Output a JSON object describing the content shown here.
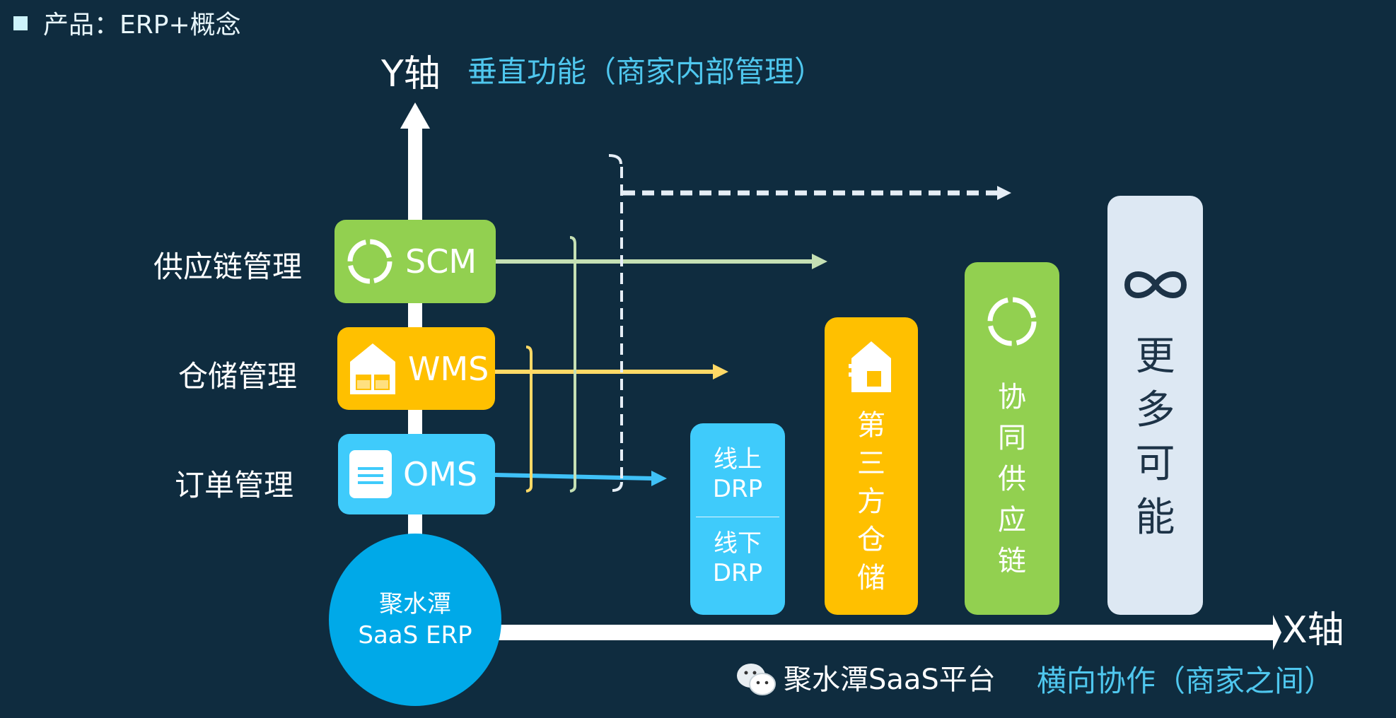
{
  "header": {
    "title": "产品：ERP+概念"
  },
  "y_axis": {
    "label": "Y轴",
    "subtitle": "垂直功能（商家内部管理）"
  },
  "x_axis": {
    "label": "X轴",
    "subtitle": "横向协作（商家之间）"
  },
  "modules": [
    {
      "row_label": "供应链管理",
      "name": "SCM",
      "icon": "sync-circle-icon",
      "color": "#92d050",
      "line_color": "#c5e0b4"
    },
    {
      "row_label": "仓储管理",
      "name": "WMS",
      "icon": "warehouse-icon",
      "color": "#ffc000",
      "line_color": "#ffd966"
    },
    {
      "row_label": "订单管理",
      "name": "OMS",
      "icon": "document-icon",
      "color": "#3fcbfb",
      "line_color": "#3fc1f7"
    }
  ],
  "origin": {
    "line1": "聚水潭",
    "line2": "SaaS ERP",
    "color": "#00a9e8"
  },
  "bars": [
    {
      "top": "线上",
      "top2": "DRP",
      "bottom": "线下",
      "bottom2": "DRP",
      "color": "#3fcbfb"
    },
    {
      "text": [
        "第",
        "三",
        "方",
        "仓",
        "储"
      ],
      "icon": "warehouse-icon",
      "color": "#ffc000"
    },
    {
      "text": [
        "协",
        "同",
        "供",
        "应",
        "链"
      ],
      "icon": "sync-circle-icon",
      "color": "#92d050"
    },
    {
      "text": [
        "更",
        "多",
        "可",
        "能"
      ],
      "icon": "infinity-icon",
      "color": "#dde8f3"
    }
  ],
  "watermark": {
    "text": "聚水潭SaaS平台",
    "icon": "wechat-icon"
  }
}
